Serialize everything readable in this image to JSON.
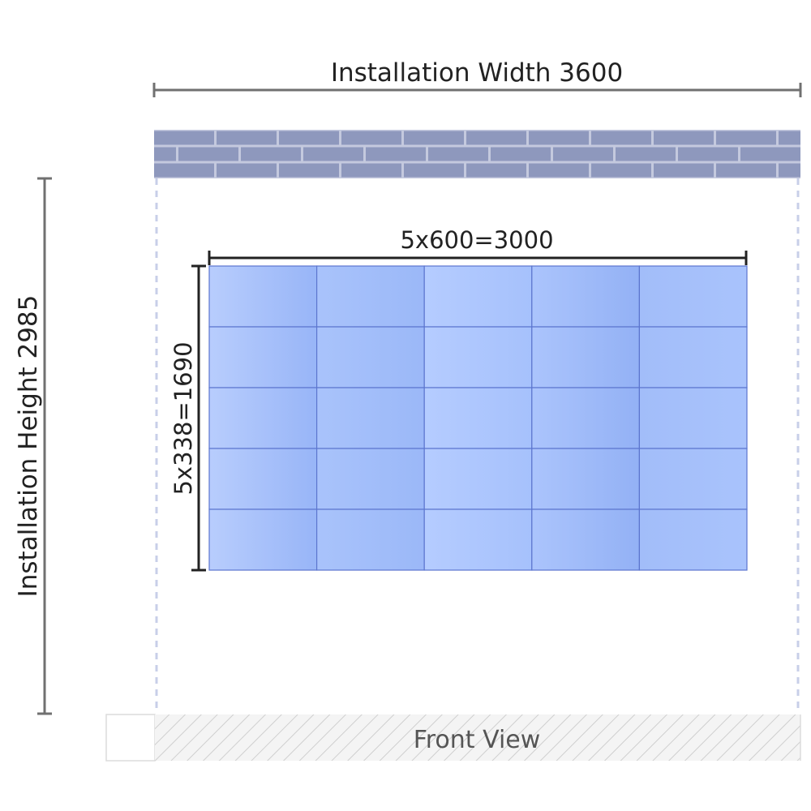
{
  "labels": {
    "installation_width": "Installation Width 3600",
    "installation_height": "Installation Height 2985",
    "screen_width": "5x600=3000",
    "screen_height": "5x338=1690",
    "view_name": "Front View"
  },
  "grid": {
    "rows": 5,
    "cols": 5
  },
  "colors": {
    "dimension_line_gray": "#707070",
    "dimension_line_dark": "#222222",
    "brick_fill": "#8e98bd",
    "brick_mortar": "#c4c9de",
    "panel_light": "#b3cbff",
    "panel_mid": "#9fbcfb",
    "panel_dark": "#8fb0f6",
    "panel_border": "#5c76cf",
    "guide_dash": "#c8cfe8",
    "floor_hatch": "#cfcfcf",
    "floor_bg": "#f2f2f2"
  }
}
